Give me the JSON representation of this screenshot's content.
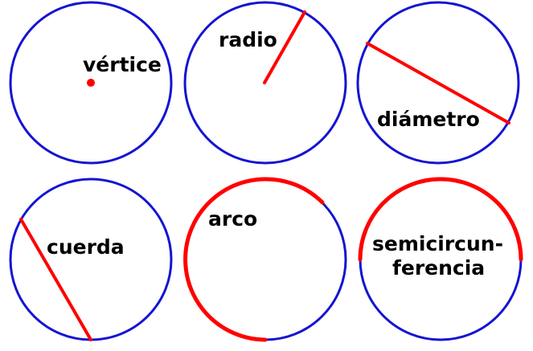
{
  "colors": {
    "circle": "#1414d2",
    "highlight": "#ff0000",
    "text": "#000000",
    "background": "#ffffff"
  },
  "labels": {
    "vertice": "vértice",
    "radio": "radio",
    "diametro": "diámetro",
    "cuerda": "cuerda",
    "arco": "arco",
    "semicircunferencia_line1": "semicircun-",
    "semicircunferencia_line2": "ferencia"
  }
}
